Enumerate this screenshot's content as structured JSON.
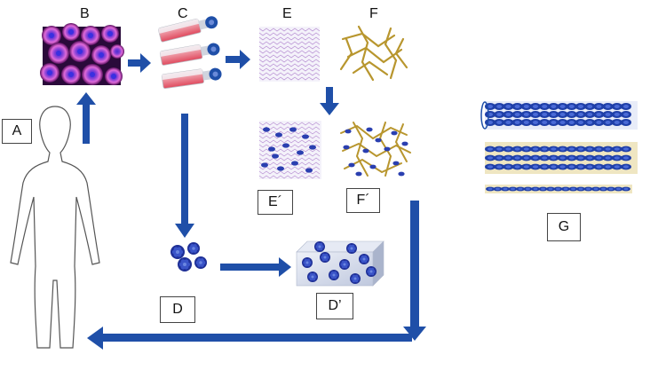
{
  "labels": {
    "a": "A",
    "b": "B",
    "c": "C",
    "d": "D",
    "d_prime": "D’",
    "e": "E",
    "e_prime": "E´",
    "f": "F",
    "f_prime": "F´",
    "g": "G"
  },
  "colors": {
    "arrow": "#1f4fa8",
    "cell_blue": "#2a3fb0",
    "fiber_gold": "#b8962e",
    "cells_magenta": "#b0208a",
    "flask_red": "#e24b5e",
    "gel_blue": "#c9d2e8",
    "strip_cream": "#efe6c2",
    "outline": "#555555"
  },
  "icons": {
    "human": "human-silhouette-icon",
    "cells": "stem-cell-culture-icon",
    "flasks": "culture-flask-stack-icon",
    "scaffold_mesh": "scaffold-mesh-icon",
    "fibers": "fiber-scaffold-icon",
    "spheroids": "cell-spheroid-icon",
    "hydrogel": "hydrogel-block-icon",
    "tissue_strips": "tissue-strip-icon"
  }
}
